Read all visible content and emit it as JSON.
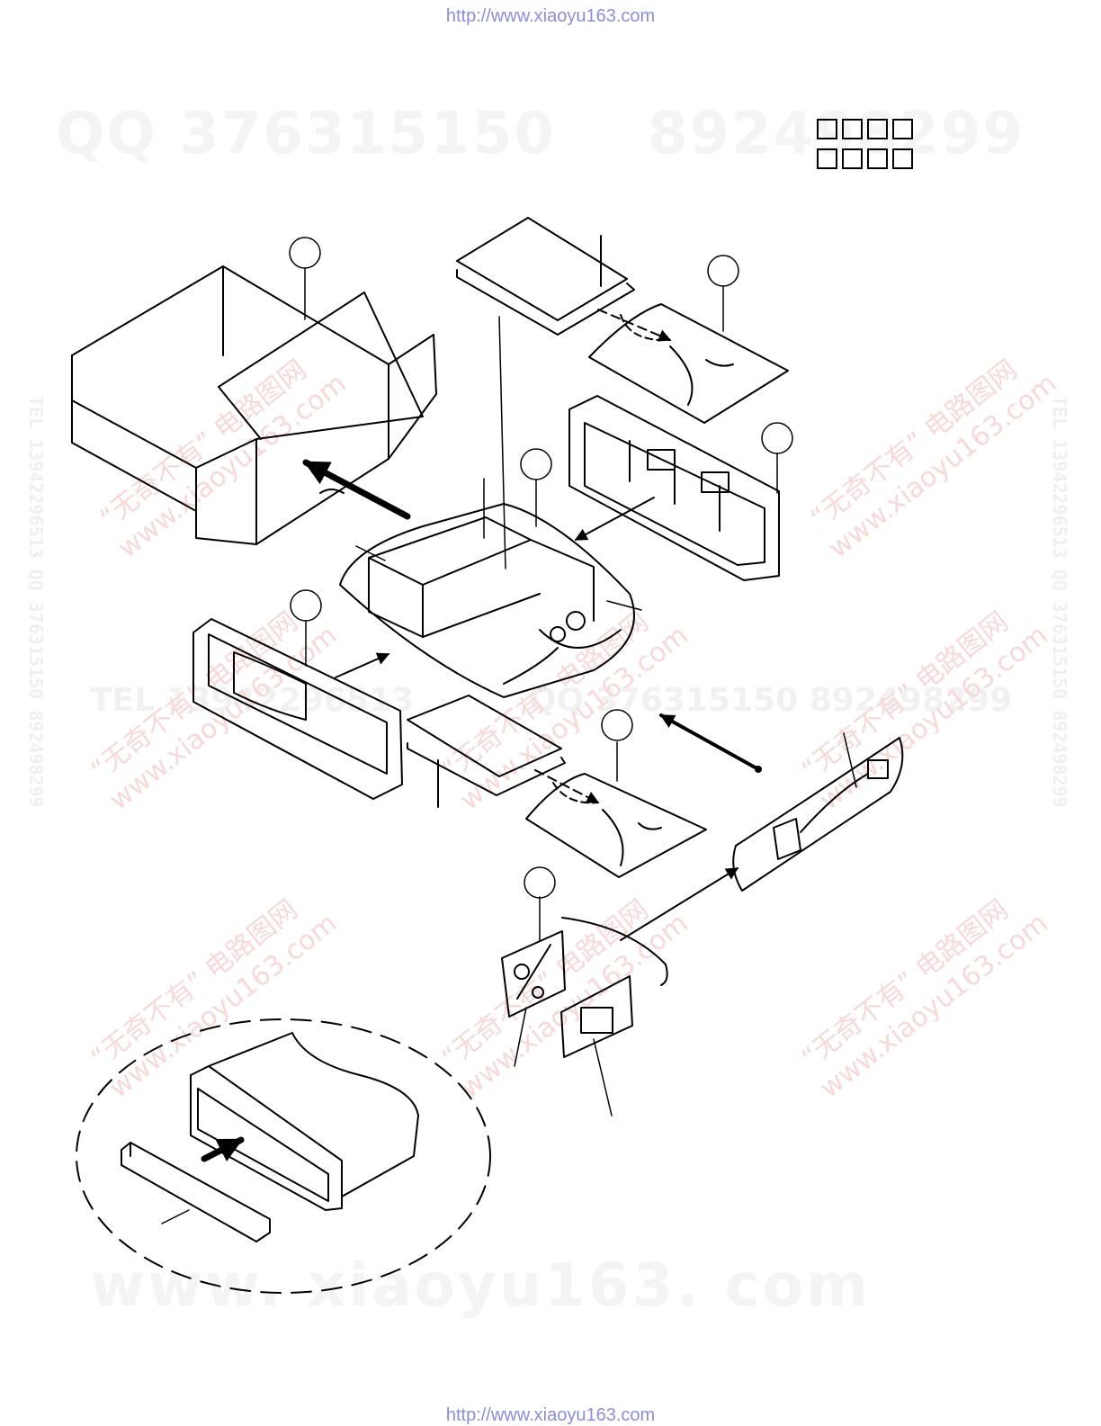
{
  "header": {
    "url": "http://www.xiaoyu163.com"
  },
  "footer": {
    "url": "http://www.xiaoyu163.com"
  },
  "watermarks": {
    "qq": "QQ 376315150",
    "phone": "892498299",
    "site": "www. xiaoyu163. com",
    "mid_left": "TEL 13942296513",
    "mid_right": "QQ 376315150   892498299",
    "stamp_line1": "“无奇不有” 电路图网",
    "stamp_line2": "www.xiaoyu163.com",
    "side": "TEL 13942296513   QQ 376315150   892498299"
  },
  "legend_boxes": {
    "rows": 2,
    "cols": 4
  },
  "diagram": {
    "type": "exploded packing diagram",
    "callout_circles": 7
  }
}
